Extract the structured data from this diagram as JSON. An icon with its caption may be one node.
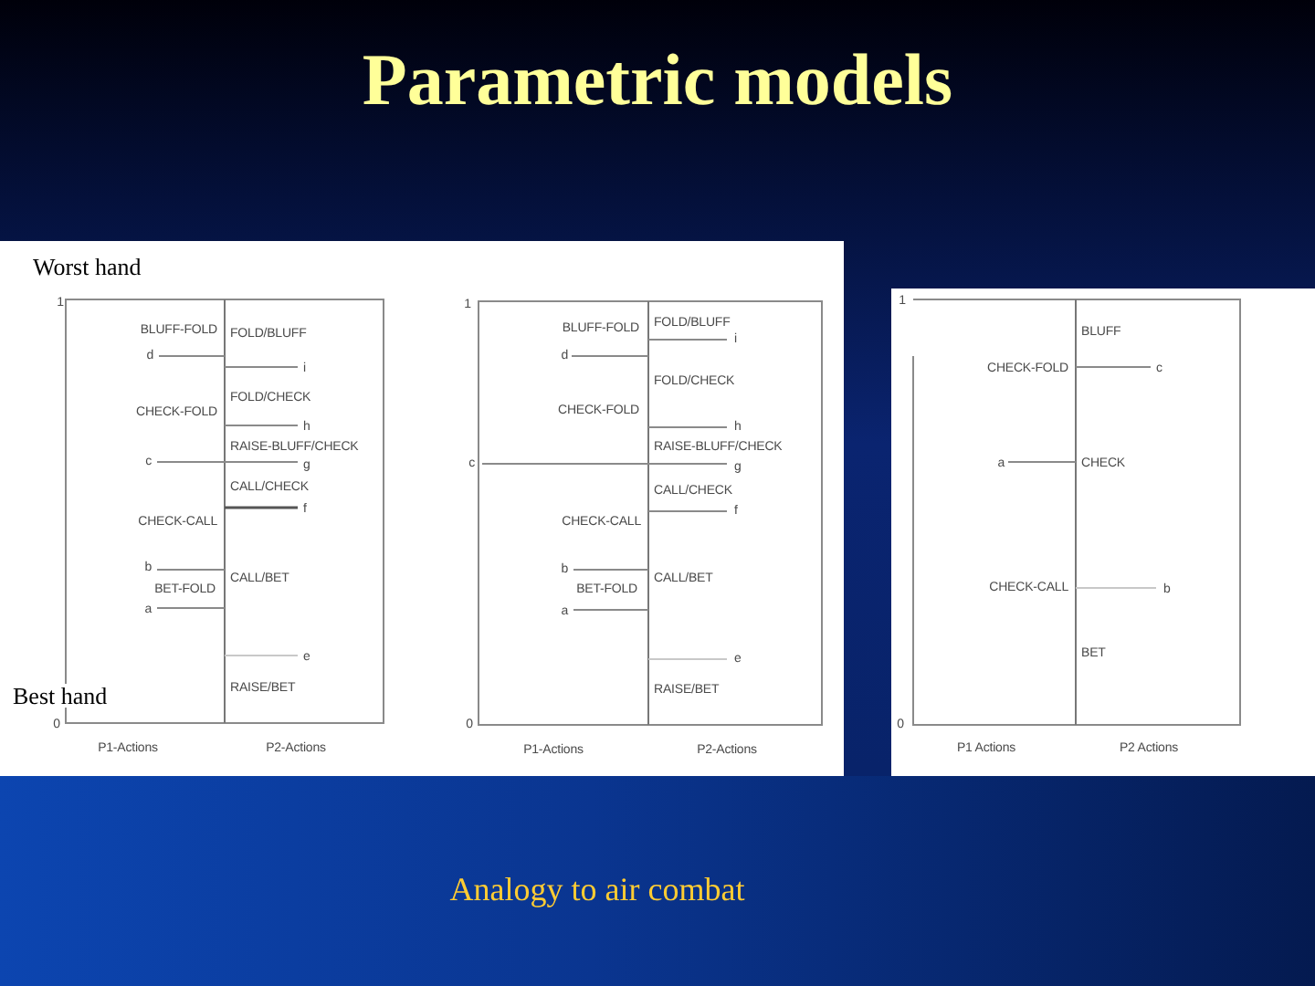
{
  "diagram": {
    "title": "Parametric models",
    "caption": "Analogy to air combat",
    "labels": [
      "Worst hand",
      "1",
      "BLUFF-FOLD",
      "FOLD/BLUFF",
      "d",
      "i",
      "FOLD/CHECK",
      "CHECK-FOLD",
      "h",
      "RAISE-BLUFF/CHECK",
      "c",
      "g",
      "CALL/CHECK",
      "f",
      "CHECK-CALL",
      "b",
      "CALL/BET",
      "BET-FOLD",
      "a",
      "e",
      "Best hand",
      "RAISE/BET",
      "0",
      "P1-Actions",
      "P2-Actions",
      "1",
      "BLUFF-FOLD",
      "FOLD/BLUFF",
      "i",
      "d",
      "FOLD/CHECK",
      "CHECK-FOLD",
      "h",
      "RAISE-BLUFF/CHECK",
      "c",
      "g",
      "CALL/CHECK",
      "f",
      "CHECK-CALL",
      "b",
      "CALL/BET",
      "BET-FOLD",
      "a",
      "e",
      "RAISE/BET",
      "0",
      "P1-Actions",
      "P2-Actions",
      "1",
      "BLUFF",
      "CHECK-FOLD",
      "c",
      "a",
      "CHECK",
      "CHECK-CALL",
      "b",
      "BET",
      "0",
      "P1 Actions",
      "P2 Actions"
    ]
  }
}
